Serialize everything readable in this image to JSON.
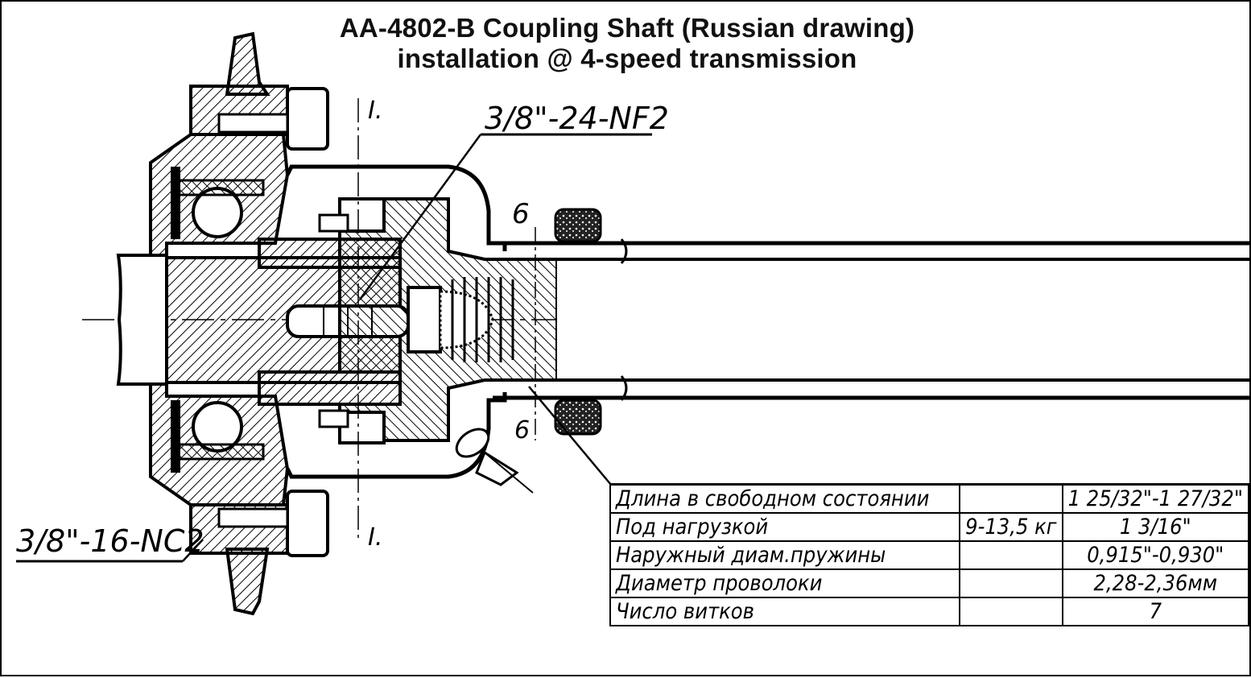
{
  "title": {
    "line1": "AA-4802-B Coupling Shaft (Russian drawing)",
    "line2": "installation @ 4-speed transmission"
  },
  "callouts": {
    "thread_top": "3/8\"-24-NF2",
    "thread_bottom": "3/8\"-16-NC2",
    "section_mark_top": "I.",
    "section_mark_bottom": "I.",
    "section_b_top": "6",
    "section_b_bottom": "6"
  },
  "spec_table": {
    "rows": [
      {
        "label": "Длина в свободном состоянии",
        "load": "",
        "value": "1 25/32\"-1 27/32\""
      },
      {
        "label": "Под нагрузкой",
        "load": "9-13,5 кг",
        "value": "1 3/16\""
      },
      {
        "label": "Наружный диам.пружины",
        "load": "",
        "value": "0,915\"-0,930\""
      },
      {
        "label": "Диаметр проволоки",
        "load": "",
        "value": "2,28-2,36мм"
      },
      {
        "label": "Число витков",
        "load": "",
        "value": "7"
      }
    ]
  },
  "colors": {
    "ink": "#000000",
    "paper": "#ffffff"
  }
}
